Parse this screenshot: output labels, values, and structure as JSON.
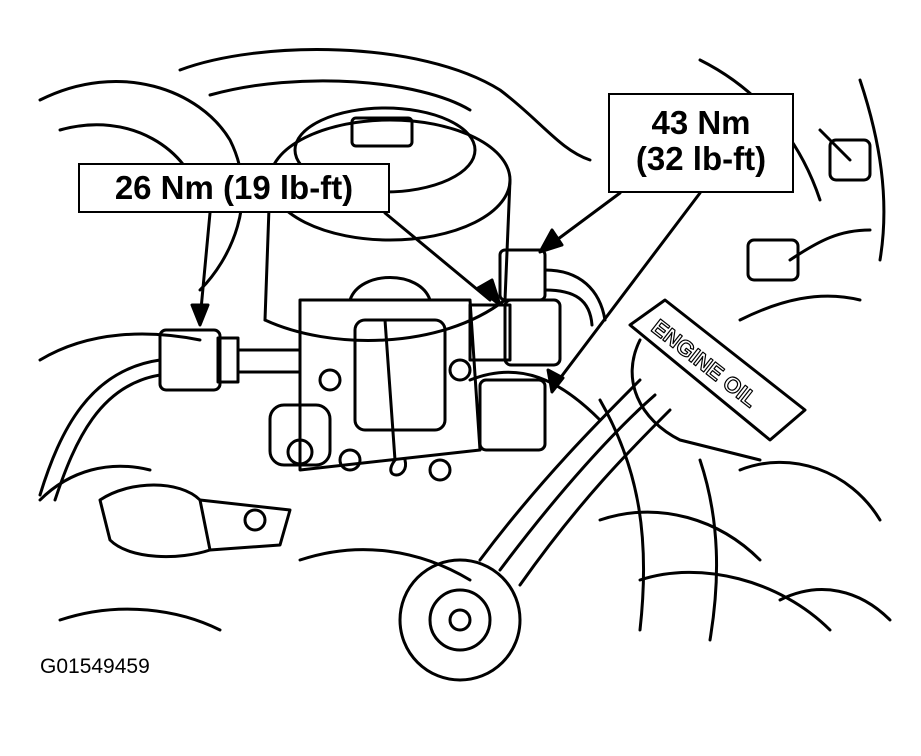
{
  "callouts": {
    "left_torque": "26 Nm (19 lb-ft)",
    "right_torque_nm": "43 Nm",
    "right_torque_lbft": "(32 lb-ft)"
  },
  "engine_oil_label": "ENGINE OIL",
  "figure_id": "G01549459",
  "colors": {
    "ink": "#000000",
    "paper": "#ffffff"
  }
}
